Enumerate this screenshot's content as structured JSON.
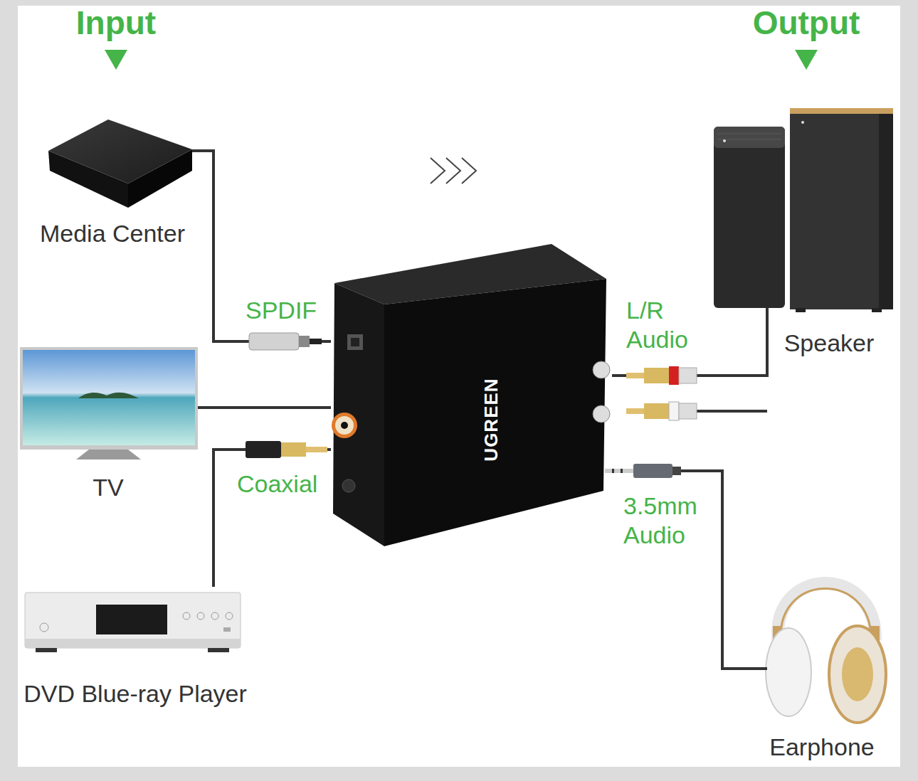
{
  "diagram": {
    "nodes": [
      {
        "text": [
          "Media Center"
        ]
      },
      {
        "text": [
          "TV"
        ]
      },
      {
        "text": [
          "DVD Blue-ray Player"
        ]
      },
      {
        "text": [
          "UGREEN"
        ]
      },
      {
        "text": [
          "Speaker"
        ]
      },
      {
        "text": [
          "Earphone"
        ]
      }
    ],
    "edges": [
      {
        "from": 0,
        "to": 3,
        "arrow": "none",
        "label": "SPDIF"
      },
      {
        "from": 1,
        "to": 3,
        "arrow": "none"
      },
      {
        "from": 2,
        "to": 3,
        "arrow": "none",
        "label": "Coaxial"
      },
      {
        "from": 3,
        "to": 4,
        "arrow": "none",
        "label": "L/R Audio"
      },
      {
        "from": 3,
        "to": 5,
        "arrow": "none",
        "label": "3.5mm Audio"
      }
    ],
    "labels": [
      "Input",
      "Output"
    ]
  }
}
